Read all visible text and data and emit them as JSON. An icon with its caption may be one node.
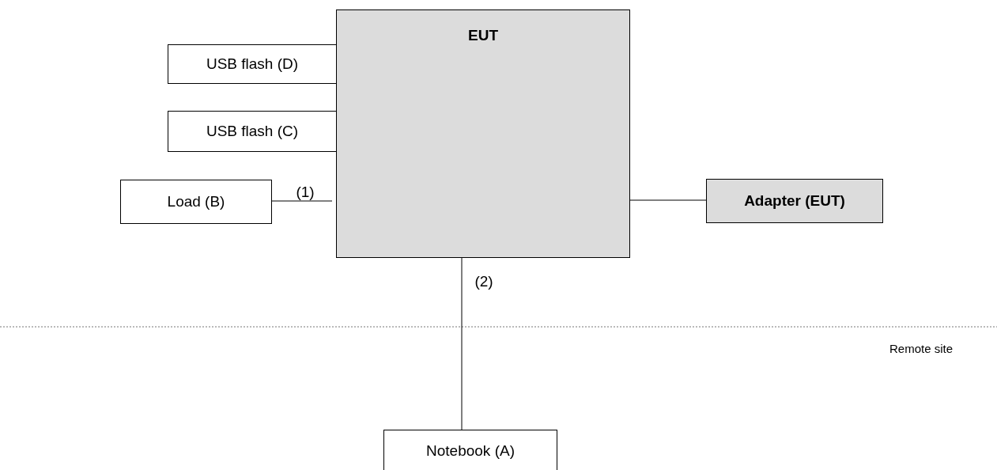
{
  "diagram": {
    "nodes": [
      {
        "text": [
          "EUT"
        ]
      },
      {
        "text": [
          "USB flash (D)"
        ]
      },
      {
        "text": [
          "USB flash (C)"
        ]
      },
      {
        "text": [
          "Load (B)"
        ]
      },
      {
        "text": [
          "Adapter (EUT)"
        ]
      },
      {
        "text": [
          "Notebook (A)"
        ]
      }
    ],
    "edges": [
      {
        "from": 3,
        "to": 0,
        "arrow": "none",
        "label": "(1)"
      },
      {
        "from": 0,
        "to": 4,
        "arrow": "none"
      },
      {
        "from": 0,
        "to": 5,
        "arrow": "none",
        "label": "(2)"
      }
    ],
    "labels": [
      "Remote site"
    ]
  }
}
